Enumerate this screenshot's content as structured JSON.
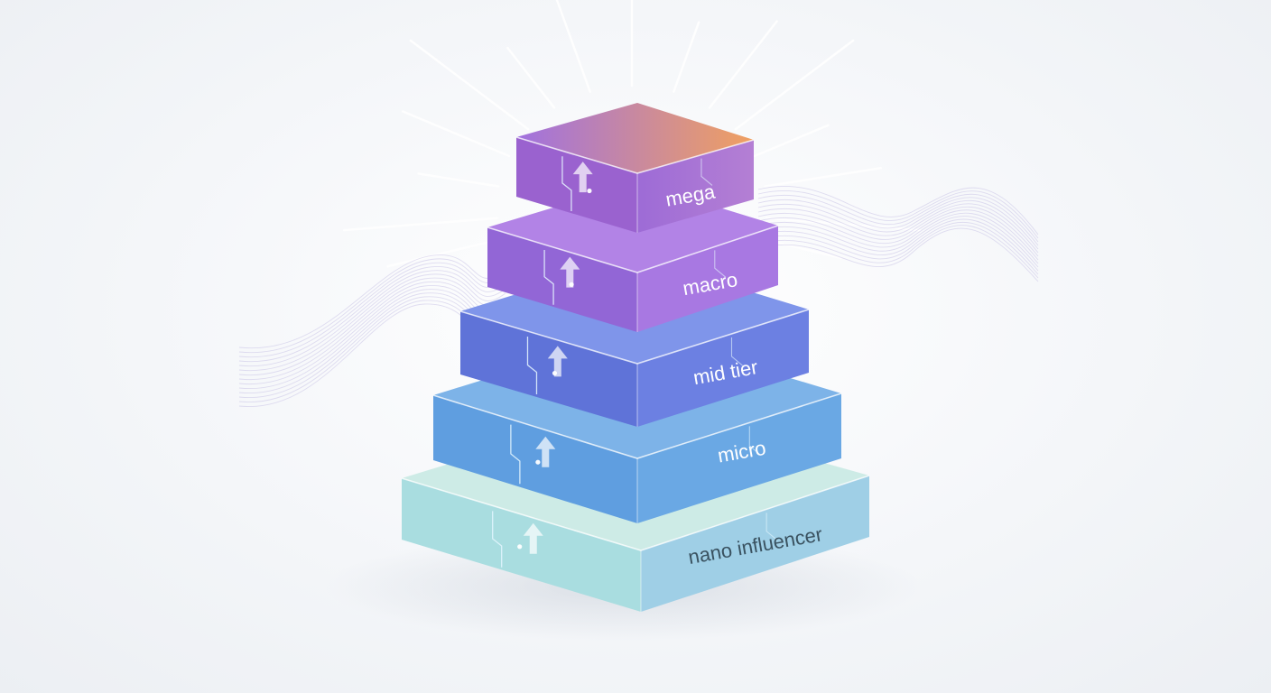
{
  "diagram": {
    "tiers": [
      {
        "label": "nano influencer",
        "top": "#cdebe6",
        "side": "#a9dde0",
        "front": "#9fcfe6",
        "text": "#3a5260"
      },
      {
        "label": "micro",
        "top": "#7db3e8",
        "side": "#5f9ee0",
        "front": "#6aa8e4",
        "text": "#ffffff"
      },
      {
        "label": "mid tier",
        "top": "#7f95ea",
        "side": "#5f73d8",
        "front": "#6c80e2",
        "text": "#ffffff"
      },
      {
        "label": "macro",
        "top": "#b283e6",
        "side": "#9266d6",
        "front": "#a878e2",
        "text": "#ffffff"
      },
      {
        "label": "mega",
        "top": "#b07ad8",
        "side": "#9a62cf",
        "front": "#a86bd2",
        "text": "#ffffff"
      }
    ],
    "colors": {
      "megaTopStart": "#a071e0",
      "megaTopEnd": "#f0a060",
      "glow": "#ffffff",
      "waves": "#c9c3e6",
      "circuit": "#e6f7ff"
    },
    "icons": [
      "up-arrow-icon",
      "up-arrow-icon",
      "up-arrow-icon",
      "up-arrow-icon",
      "up-arrow-icon"
    ]
  }
}
